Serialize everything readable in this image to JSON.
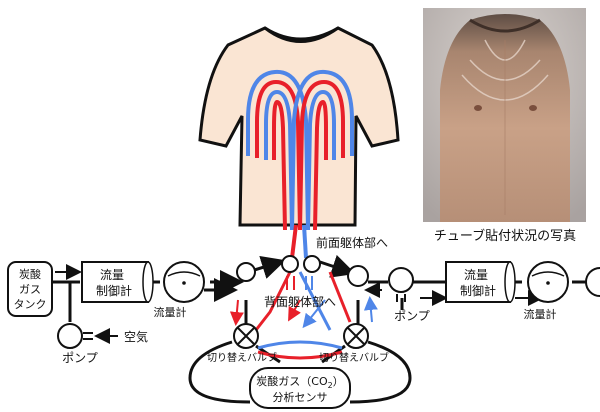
{
  "labels": {
    "co2_tank_line1": "炭酸",
    "co2_tank_line2": "ガス",
    "co2_tank_line3": "タンク",
    "flow_controller_left_line1": "流量",
    "flow_controller_left_line2": "制御計",
    "flowmeter_left": "流量計",
    "pump_left": "ポンプ",
    "air": "空気",
    "front_torso": "前面躯体部へ",
    "back_torso": "背面躯体部へ",
    "pump_right": "ポンプ",
    "flow_controller_right_line1": "流量",
    "flow_controller_right_line2": "制御計",
    "flowmeter_right": "流量計",
    "switch_valve_left": "切り替えバルブ",
    "switch_valve_right": "切り替えバルブ",
    "sensor_line1": "炭酸ガス（CO",
    "sensor_sub": "2",
    "sensor_line1_end": "）",
    "sensor_line2": "分析センサ",
    "photo_caption": "チューブ貼付状況の写真"
  },
  "colors": {
    "tube_red": "#e8202a",
    "tube_blue": "#4f86e8",
    "shirt_fill": "#fae5d3",
    "line": "#111111"
  },
  "icons": {
    "valve": "circle-cross-valve",
    "flowmeter": "flowmeter-dial",
    "pump": "pump-circle",
    "photo": "torso-photo"
  }
}
